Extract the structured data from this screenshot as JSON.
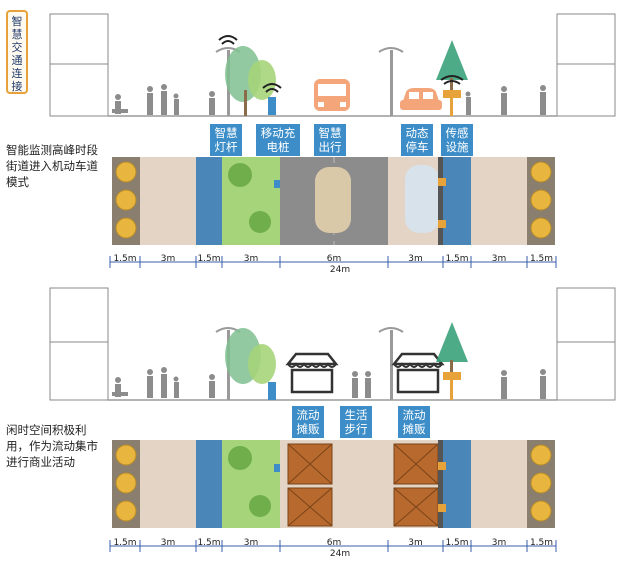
{
  "top_tag": "智慧交通连接",
  "sections": [
    {
      "description": "智能监测高峰时段街道进入机动车道模式",
      "labels": [
        "智慧灯杆",
        "移动充电桩",
        "智慧出行",
        "动态停车",
        "传感设施"
      ]
    },
    {
      "description": "闲时空间积极利用，作为流动集市进行商业活动",
      "labels": [
        "流动摊贩",
        "生活步行",
        "流动摊贩"
      ]
    }
  ],
  "dimensions": [
    "1.5m",
    "3m",
    "1.5m",
    "3m",
    "6m",
    "3m",
    "1.5m",
    "3m",
    "1.5m"
  ],
  "total_width": "24m",
  "colors": {
    "label_blue": "#3d8ec8",
    "lane_blue": "#4a86b8",
    "sidewalk": "#e3d4c6",
    "green": "#a6d47a",
    "road": "#8c8c8c",
    "market": "#b86a2e",
    "accent_orange": "#e7a23a",
    "dimension_line": "#3b5ea8"
  }
}
